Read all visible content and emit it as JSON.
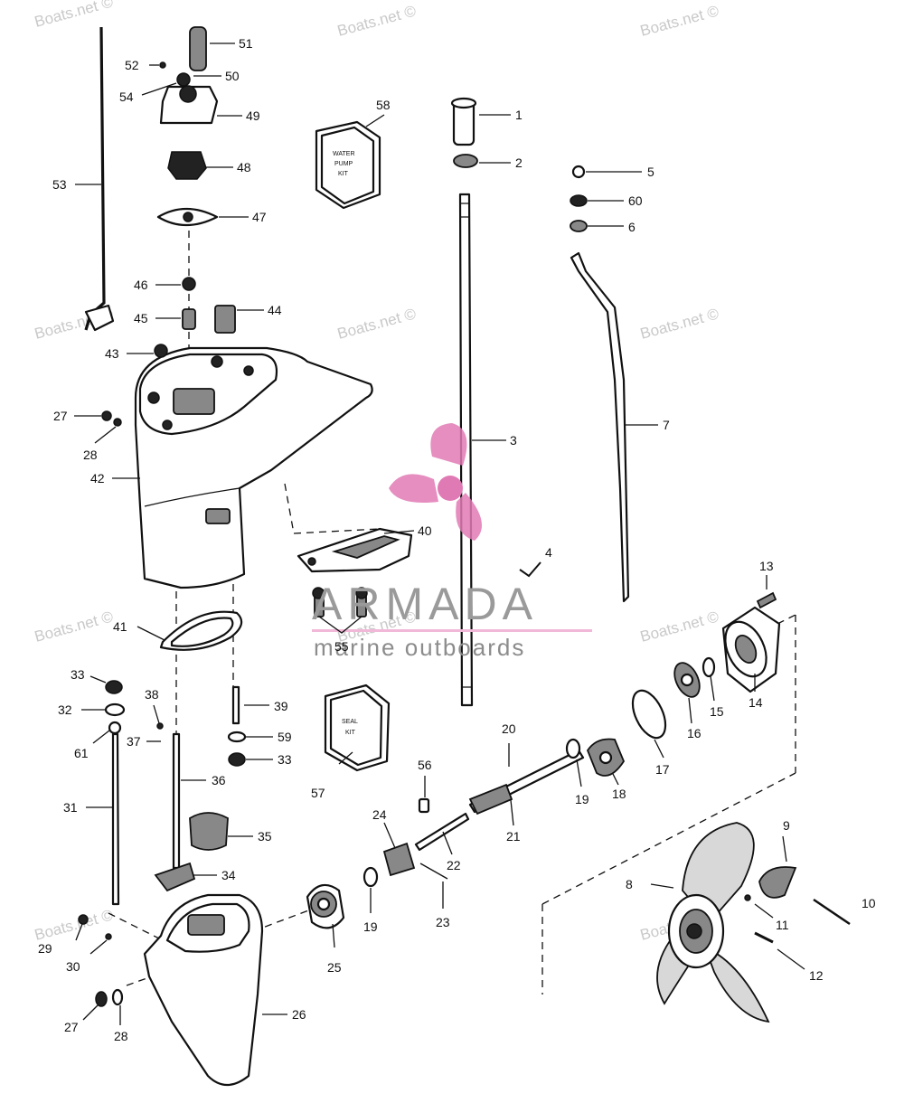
{
  "watermark": "Boats.net ©",
  "brand": {
    "name": "ARMADA",
    "tagline": "marine outboards",
    "accent": "#e07ab4",
    "rule": "#f2b8d8"
  },
  "kits": {
    "water_pump": [
      "WATER",
      "PUMP",
      "KIT"
    ],
    "seal": [
      "SEAL",
      "KIT"
    ]
  },
  "labels": {
    "1": "1",
    "2": "2",
    "3": "3",
    "4": "4",
    "5": "5",
    "6": "6",
    "7": "7",
    "8": "8",
    "9": "9",
    "10": "10",
    "11": "11",
    "12": "12",
    "13": "13",
    "14": "14",
    "15": "15",
    "16": "16",
    "17": "17",
    "18": "18",
    "19a": "19",
    "19b": "19",
    "20": "20",
    "21": "21",
    "22": "22",
    "23": "23",
    "24": "24",
    "25": "25",
    "26": "26",
    "27a": "27",
    "27b": "27",
    "28a": "28",
    "28b": "28",
    "29": "29",
    "30": "30",
    "31": "31",
    "32": "32",
    "33a": "33",
    "33b": "33",
    "34": "34",
    "35": "35",
    "36": "36",
    "37": "37",
    "38": "38",
    "39": "39",
    "40": "40",
    "41": "41",
    "42": "42",
    "43": "43",
    "44": "44",
    "45": "45",
    "46": "46",
    "47": "47",
    "48": "48",
    "49": "49",
    "50": "50",
    "51": "51",
    "52": "52",
    "53": "53",
    "54": "54",
    "55": "55",
    "56": "56",
    "57": "57",
    "58": "58",
    "59": "59",
    "60": "60",
    "61": "61"
  }
}
